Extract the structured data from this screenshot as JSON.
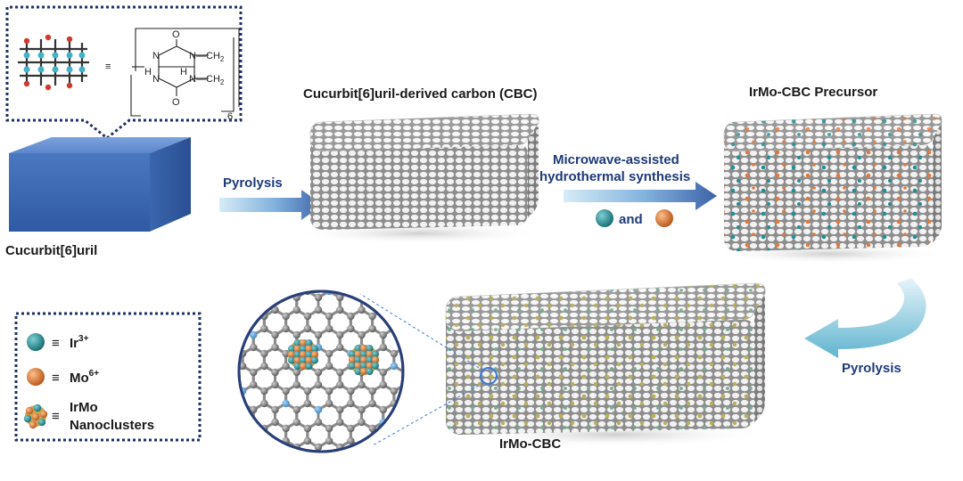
{
  "labels": {
    "monomer": "Cucurbit[6]uril",
    "cbc": "Cucurbit[6]uril-derived carbon (CBC)",
    "precursor": "IrMo-CBC Precursor",
    "final": "IrMo-CBC",
    "step1": "Pyrolysis",
    "step2_line1": "Microwave-assisted",
    "step2_line2": "hydrothermal synthesis",
    "step2_and": "and",
    "step3": "Pyrolysis"
  },
  "structure": {
    "equiv": "≡",
    "o_top": "O",
    "o_bottom": "O",
    "n1": "N",
    "n2": "N",
    "n3": "N",
    "n4": "N",
    "ch2_top": "—CH",
    "ch2_bottom": "—CH",
    "sub2": "2",
    "h1": "H",
    "h2": "H",
    "repeat": "6"
  },
  "legend": {
    "ir_symbol": "≡",
    "ir_label": "Ir",
    "ir_charge": "3+",
    "mo_symbol": "≡",
    "mo_label": "Mo",
    "mo_charge": "6+",
    "cluster_symbol": "≡",
    "cluster_line1": "IrMo",
    "cluster_line2": "Nanoclusters"
  },
  "colors": {
    "ir": "#1f8f94",
    "mo": "#e0793a",
    "block": "#4a78c0",
    "arrow": "#3d63a8",
    "dotted_border": "#1f2f66"
  }
}
